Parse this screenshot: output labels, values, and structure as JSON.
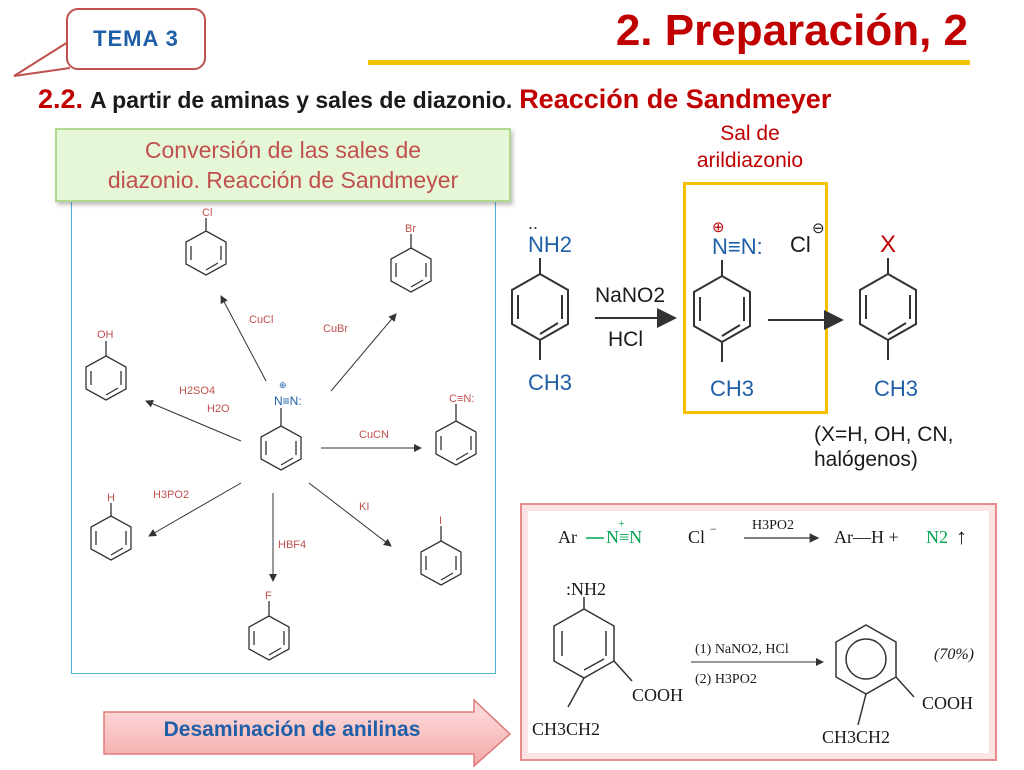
{
  "header": {
    "tema_label": "TEMA 3",
    "title": "2. Preparación, 2"
  },
  "subtitle": {
    "number": "2.2.",
    "text": "A partir de aminas y sales de diazonio.",
    "reaction": "Reacción de Sandmeyer"
  },
  "note_box": {
    "line1": "Conversión de las sales de",
    "line2": "diazonio. Reacción de Sandmeyer"
  },
  "scheme": {
    "center_label": "N≡N:",
    "products": {
      "cl": "Cl",
      "br": "Br",
      "oh": "OH",
      "cn": "C≡N:",
      "h": "H",
      "i": "I",
      "f": "F"
    },
    "reagents": {
      "cucl": "CuCl",
      "cubr": "CuBr",
      "h2so4": "H2SO4",
      "h2o": "H2O",
      "cucn": "CuCN",
      "h3po2": "H3PO2",
      "ki": "KI",
      "hbf4": "HBF4"
    }
  },
  "sandmeyer": {
    "sal_label_line1": "Sal de",
    "sal_label_line2": "arildiazonio",
    "amine_group": "NH2",
    "methyl": "CH3",
    "reagent_top": "NaNO2",
    "reagent_bottom": "HCl",
    "diazo_group": "N≡N:",
    "chloride": "Cl",
    "product_group": "X",
    "x_note_line1": "(X=H, OH, CN,",
    "x_note_line2": "halógenos)"
  },
  "deamination": {
    "eq1_left": "Ar",
    "eq1_n": "N≡N",
    "eq1_cl": "Cl",
    "eq1_reagent": "H3PO2",
    "eq1_product": "Ar—H +",
    "eq1_n2": "N2",
    "amine": ":NH2",
    "cooh": "COOH",
    "ethyl": "CH3CH2",
    "cond1": "(1) NaNO2, HCl",
    "cond2": "(2) H3PO2",
    "yield": "(70%)"
  },
  "banner": {
    "text": "Desaminación de anilinas"
  },
  "colors": {
    "title_red": "#c00000",
    "accent_yellow": "#f2c200",
    "link_blue": "#1f5fa8",
    "green_n": "#00a550"
  }
}
